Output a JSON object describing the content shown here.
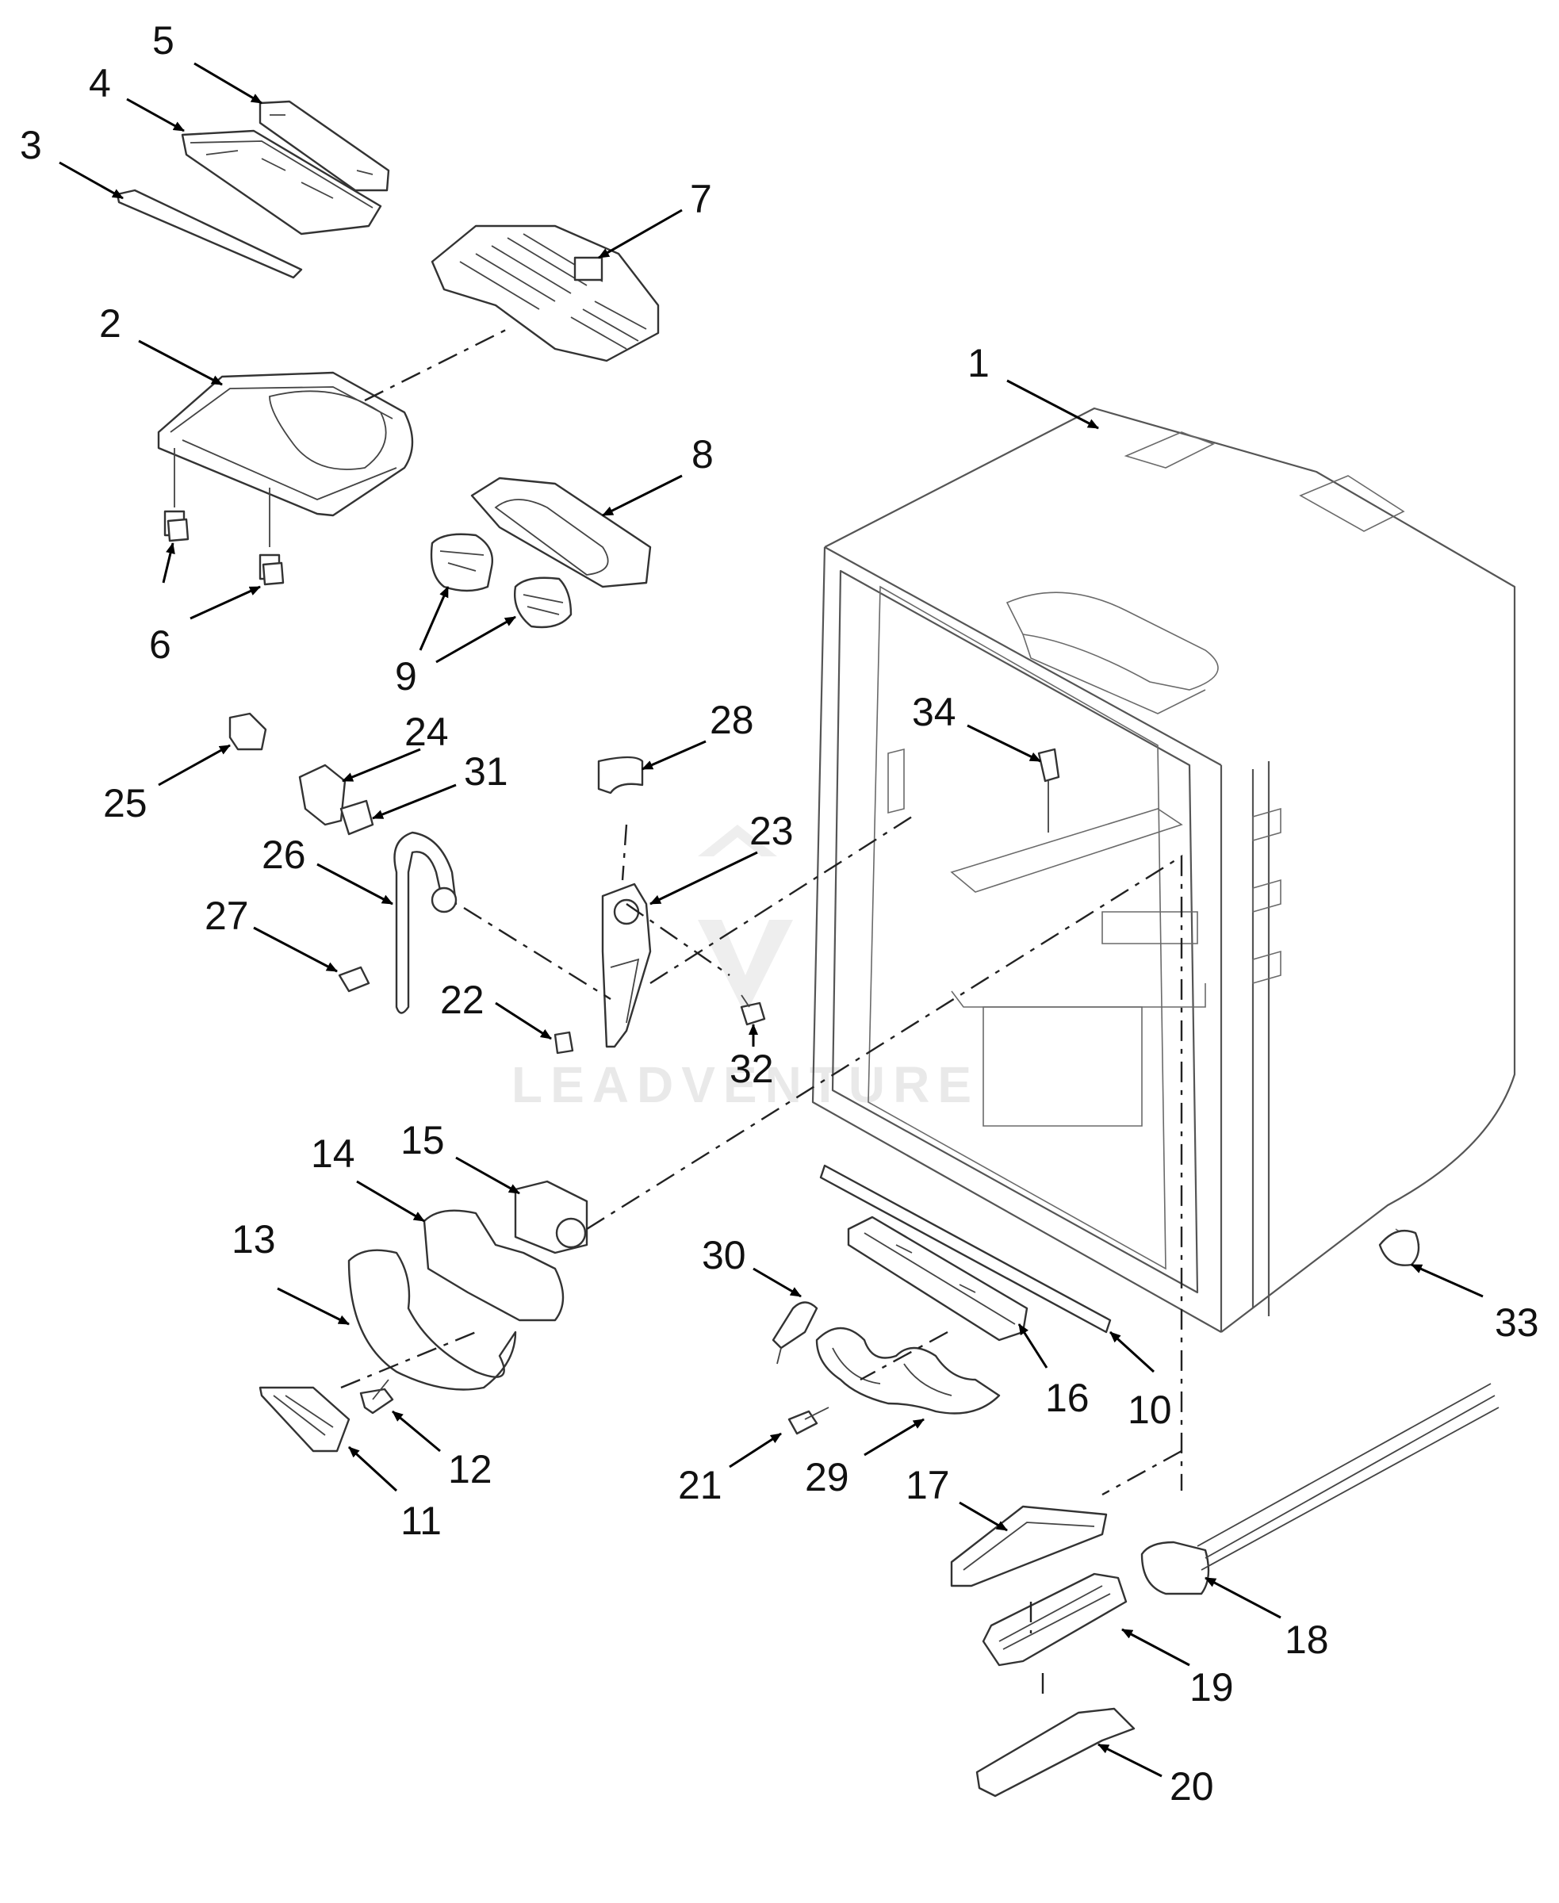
{
  "watermark": {
    "text": "LEADVENTURE"
  },
  "callouts": [
    {
      "id": "c1",
      "label": "1"
    },
    {
      "id": "c2",
      "label": "2"
    },
    {
      "id": "c3",
      "label": "3"
    },
    {
      "id": "c4",
      "label": "4"
    },
    {
      "id": "c5",
      "label": "5"
    },
    {
      "id": "c6",
      "label": "6"
    },
    {
      "id": "c7",
      "label": "7"
    },
    {
      "id": "c8",
      "label": "8"
    },
    {
      "id": "c9",
      "label": "9"
    },
    {
      "id": "c10",
      "label": "10"
    },
    {
      "id": "c11",
      "label": "11"
    },
    {
      "id": "c12",
      "label": "12"
    },
    {
      "id": "c13",
      "label": "13"
    },
    {
      "id": "c14",
      "label": "14"
    },
    {
      "id": "c15",
      "label": "15"
    },
    {
      "id": "c16",
      "label": "16"
    },
    {
      "id": "c17",
      "label": "17"
    },
    {
      "id": "c18",
      "label": "18"
    },
    {
      "id": "c19",
      "label": "19"
    },
    {
      "id": "c20",
      "label": "20"
    },
    {
      "id": "c21",
      "label": "21"
    },
    {
      "id": "c22",
      "label": "22"
    },
    {
      "id": "c23",
      "label": "23"
    },
    {
      "id": "c24",
      "label": "24"
    },
    {
      "id": "c25",
      "label": "25"
    },
    {
      "id": "c26",
      "label": "26"
    },
    {
      "id": "c27",
      "label": "27"
    },
    {
      "id": "c28",
      "label": "28"
    },
    {
      "id": "c29",
      "label": "29"
    },
    {
      "id": "c30",
      "label": "30"
    },
    {
      "id": "c31",
      "label": "31"
    },
    {
      "id": "c32",
      "label": "32"
    },
    {
      "id": "c33",
      "label": "33"
    },
    {
      "id": "c34",
      "label": "34"
    }
  ]
}
